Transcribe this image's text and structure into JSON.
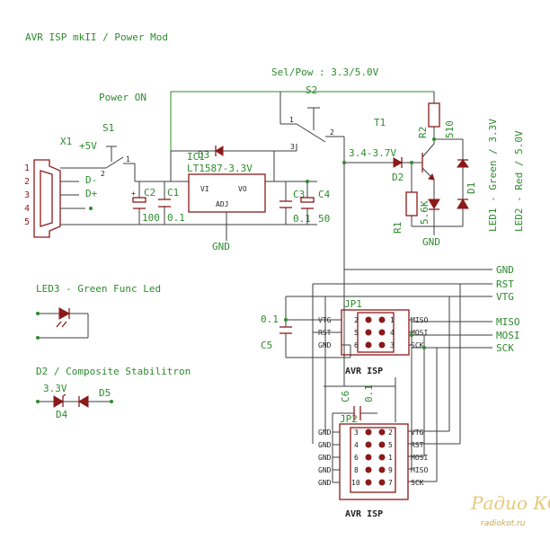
{
  "title": "AVR ISP mkII / Power Mod",
  "labels": {
    "sel_pow": "Sel/Pow : 3.3/5.0V",
    "power_on": "Power ON",
    "s1": "S1",
    "s2": "S2",
    "x1": "X1",
    "plus5v": "+5V",
    "dminus": "D-",
    "dplus": "D+",
    "ic1": "IC1",
    "d3": "D3",
    "reg": "LT1587-3.3V",
    "vi": "VI",
    "vo": "VO",
    "adj": "ADJ",
    "c1": "C1",
    "c2": "C2",
    "c3": "C3",
    "c4": "C4",
    "c2val": "100",
    "c1val": "0.1",
    "c3val": "0.1",
    "c4val": "50",
    "t1": "T1",
    "r2": "R2",
    "r2val": "510",
    "r1": "R1",
    "r1val": "5.6K",
    "d2": "D2",
    "d1": "D1",
    "v34": "3.4-3.7V",
    "gnd1": "GND",
    "gnd2": "GND",
    "led1": "LED1 - Green / 3.3V",
    "led2": "LED2 - Red / 5.0V",
    "led3": "LED3 - Green Func Led",
    "d2comp": "D2 / Composite Stabilitron",
    "v33": "3.3V",
    "d4": "D4",
    "d5": "D5",
    "jp1": "JP1",
    "jp2": "JP2",
    "avr_isp1": "AVR ISP",
    "avr_isp2": "AVR ISP",
    "c5": "C5",
    "c5val": "0.1",
    "c6": "C6",
    "c6val": "0.1",
    "bus": [
      "GND",
      "RST",
      "VTG",
      "MISO",
      "MOSI",
      "SCK"
    ],
    "jp1_left": [
      "VTG",
      "RST",
      "GND"
    ],
    "jp1_right": [
      "MISO",
      "MOSI",
      "SCK"
    ],
    "jp1_pins_l": [
      "2",
      "5",
      "6"
    ],
    "jp1_pins_r": [
      "1",
      "4",
      "3"
    ],
    "jp2_left": [
      "GND",
      "GND",
      "GND",
      "GND",
      "GND"
    ],
    "jp2_right": [
      "VTG",
      "RST",
      "MOSI",
      "MISO",
      "SCK"
    ],
    "jp2_pins_l": [
      "3",
      "4",
      "6",
      "8",
      "10"
    ],
    "jp2_pins_r": [
      "2",
      "5",
      "1",
      "9",
      "7"
    ],
    "usb_pins": [
      "1",
      "2",
      "3",
      "4",
      "5"
    ],
    "watermark1": "Радио КОТ",
    "watermark2": "radiokot.ru"
  }
}
